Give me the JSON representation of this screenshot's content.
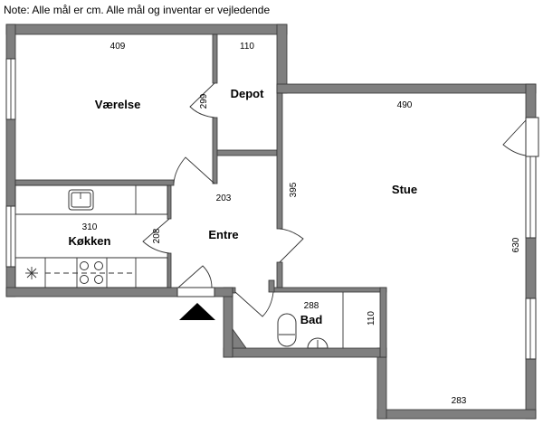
{
  "note": "Note: Alle mål er cm. Alle mål og inventar er vejledende",
  "rooms": {
    "vaerelse": {
      "name": "Værelse",
      "dim_width": "409",
      "dim_height": "299"
    },
    "depot": {
      "name": "Depot",
      "dim_width": "110"
    },
    "stue": {
      "name": "Stue",
      "dim_top": "490",
      "dim_left": "395",
      "dim_right": "630",
      "dim_bottom": "283"
    },
    "entre": {
      "name": "Entre",
      "dim_width": "203"
    },
    "koekken": {
      "name": "Køkken",
      "dim_width": "310",
      "dim_height": "208"
    },
    "bad": {
      "name": "Bad",
      "dim_width": "288",
      "dim_height": "110"
    }
  },
  "colors": {
    "wall": "#7f7f7f"
  }
}
